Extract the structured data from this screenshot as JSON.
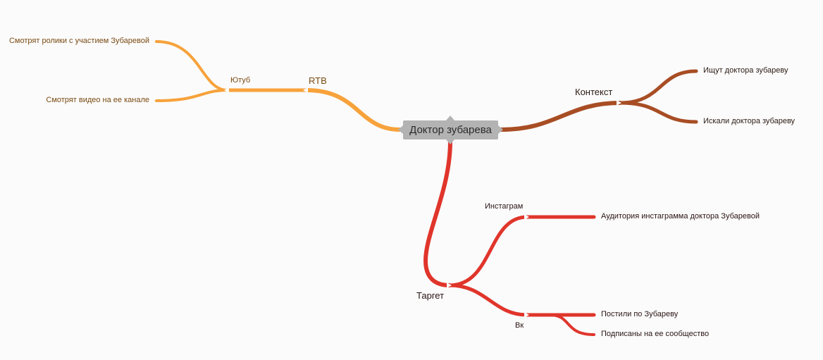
{
  "root": {
    "label": "Доктор зубарева"
  },
  "branches": {
    "rtb": {
      "label": "RTB",
      "color": "#f7a23b",
      "youtube": {
        "label": "Ютуб",
        "leaves": [
          "Смотрят ролики с участием Зубаревой",
          "Смотрят видео на ее канале"
        ]
      }
    },
    "context": {
      "label": "Контекст",
      "color": "#a84d24",
      "leaves": [
        "Ищут доктора зубареву",
        "Искали доктора зубареву"
      ]
    },
    "target": {
      "label": "Таргет",
      "color": "#e0352b",
      "instagram": {
        "label": "Инстаграм",
        "leaves": [
          "Аудитория инстаграмма доктора Зубаревой"
        ]
      },
      "vk": {
        "label": "Вк",
        "leaves": [
          "Постили по Зубареву",
          "Подписаны на ее сообщество"
        ]
      }
    }
  }
}
